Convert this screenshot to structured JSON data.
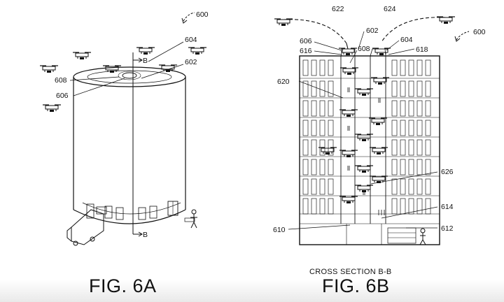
{
  "fig6a": {
    "caption": "FIG. 6A",
    "labels": {
      "l600": "600",
      "l604": "604",
      "l602": "602",
      "l608": "608",
      "l606": "606",
      "bTop": "B",
      "bBottom": "B"
    }
  },
  "fig6b": {
    "caption": "FIG. 6B",
    "section_title": "CROSS SECTION B-B",
    "labels": {
      "l622": "622",
      "l624": "624",
      "l600": "600",
      "l602": "602",
      "l606": "606",
      "l604": "604",
      "l616": "616",
      "l608": "608",
      "l618": "618",
      "l620": "620",
      "l626": "626",
      "l614": "614",
      "l610": "610",
      "l612": "612"
    }
  }
}
